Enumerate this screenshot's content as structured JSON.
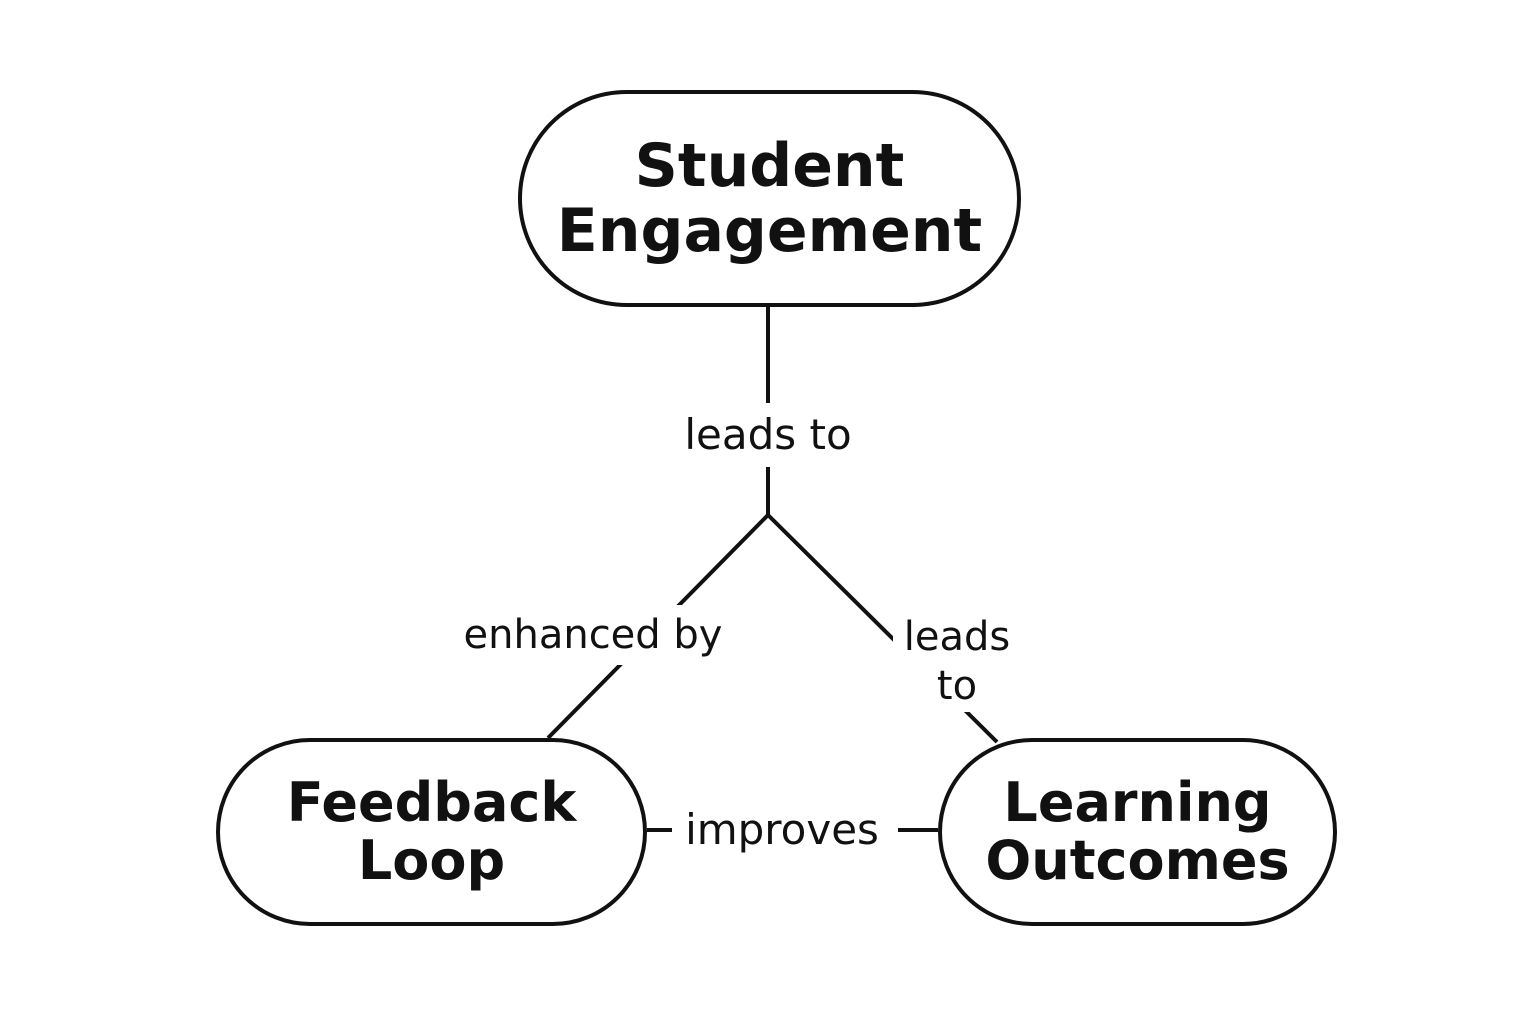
{
  "nodes": {
    "student_engagement": {
      "lines": [
        "Student",
        "Engagement"
      ]
    },
    "feedback_loop": {
      "lines": [
        "Feedback",
        "Loop"
      ]
    },
    "learning_outcomes": {
      "lines": [
        "Learning",
        "Outcomes"
      ]
    }
  },
  "edges": {
    "engagement_leads_to": {
      "label": "leads to"
    },
    "enhanced_by": {
      "label": "enhanced by"
    },
    "leads_to_outcomes": {
      "lines": [
        "leads",
        "to"
      ]
    },
    "improves": {
      "label": "improves"
    }
  },
  "colors": {
    "stroke": "#111111",
    "background": "#ffffff"
  }
}
